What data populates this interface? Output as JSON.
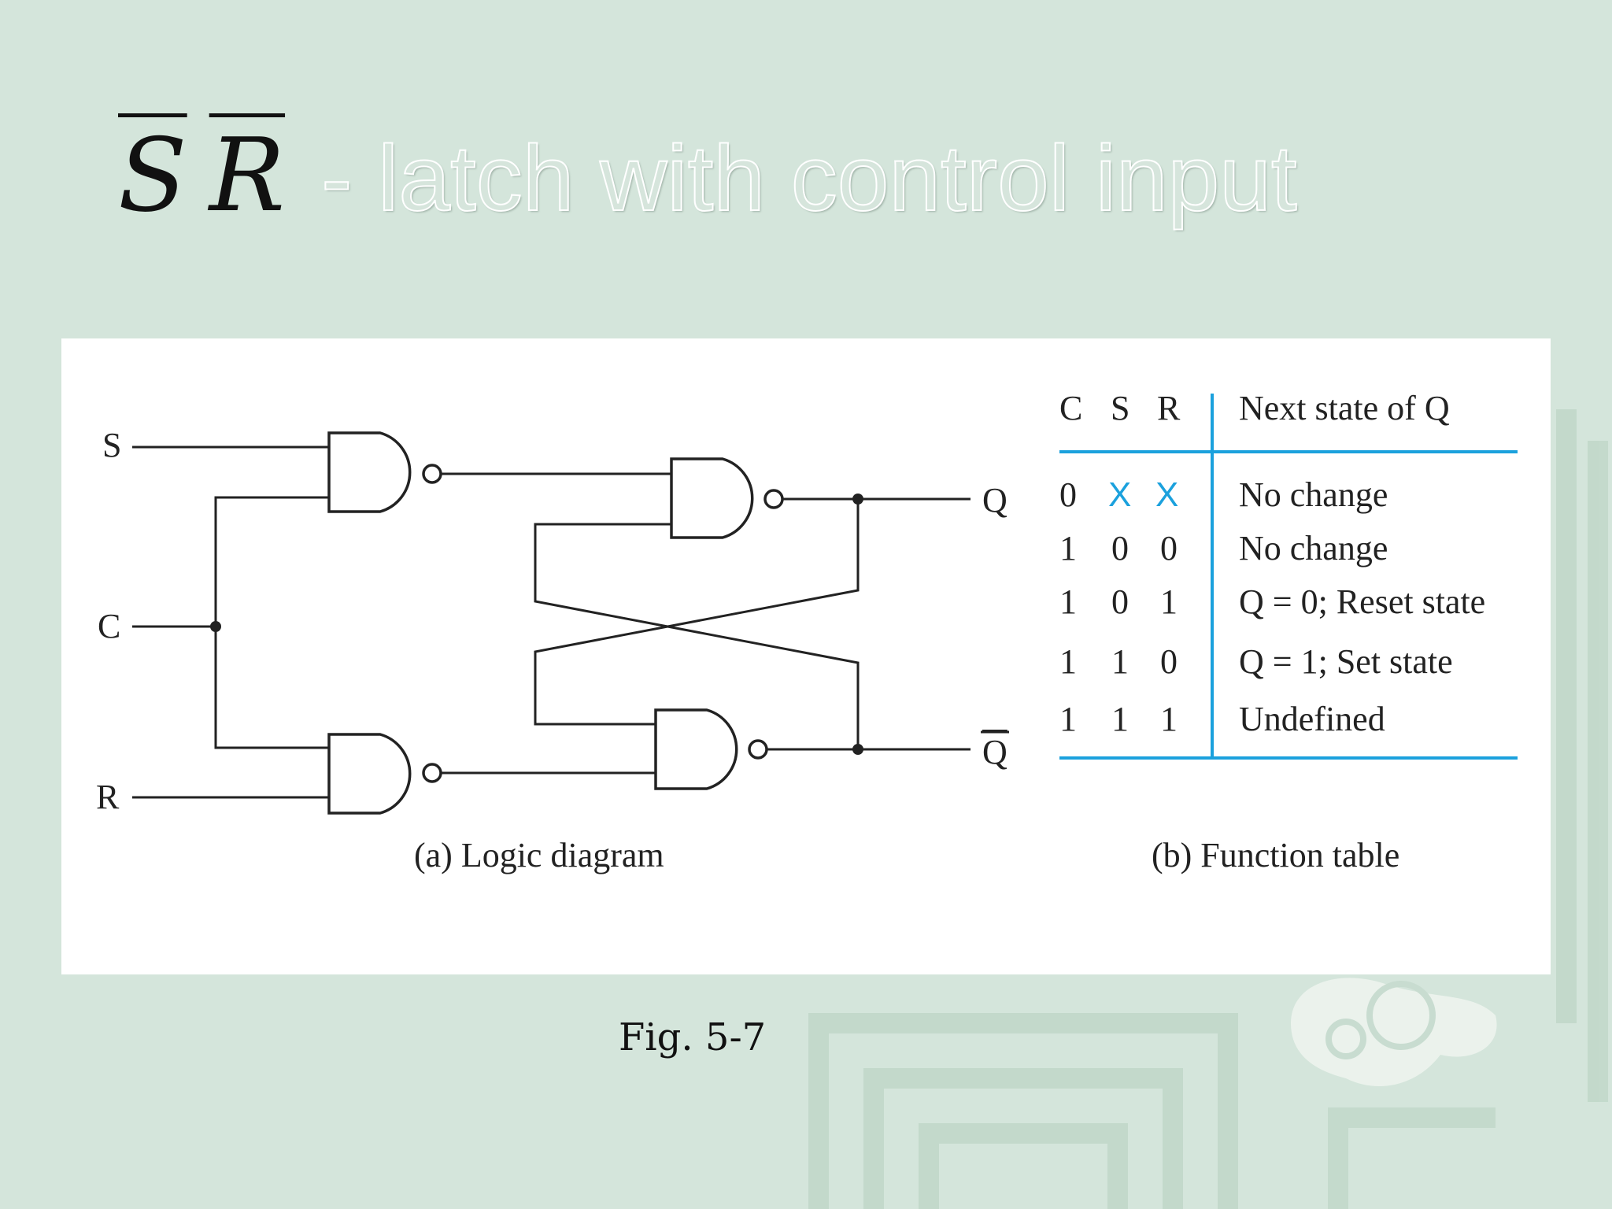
{
  "slide": {
    "title_vars": [
      "S",
      "R"
    ],
    "title_text": "- latch with control input",
    "figure_caption": "Fig. 5-7",
    "colors": {
      "background": "#d4e5db",
      "table_rule": "#1ba1dd",
      "dont_care": "#1ba1dd",
      "ink": "#222222"
    }
  },
  "logic_diagram": {
    "caption": "(a) Logic diagram",
    "inputs": {
      "s": "S",
      "c": "C",
      "r": "R"
    },
    "outputs": {
      "q": "Q",
      "q_bar": "Q"
    }
  },
  "function_table": {
    "caption": "(b) Function table",
    "headers": [
      "C",
      "S",
      "R",
      "Next state of Q"
    ],
    "rows": [
      [
        "0",
        "X",
        "X",
        "No change"
      ],
      [
        "1",
        "0",
        "0",
        "No change"
      ],
      [
        "1",
        "0",
        "1",
        "Q = 0; Reset state"
      ],
      [
        "1",
        "1",
        "0",
        "Q = 1; Set state"
      ],
      [
        "1",
        "1",
        "1",
        "Undefined"
      ]
    ]
  }
}
